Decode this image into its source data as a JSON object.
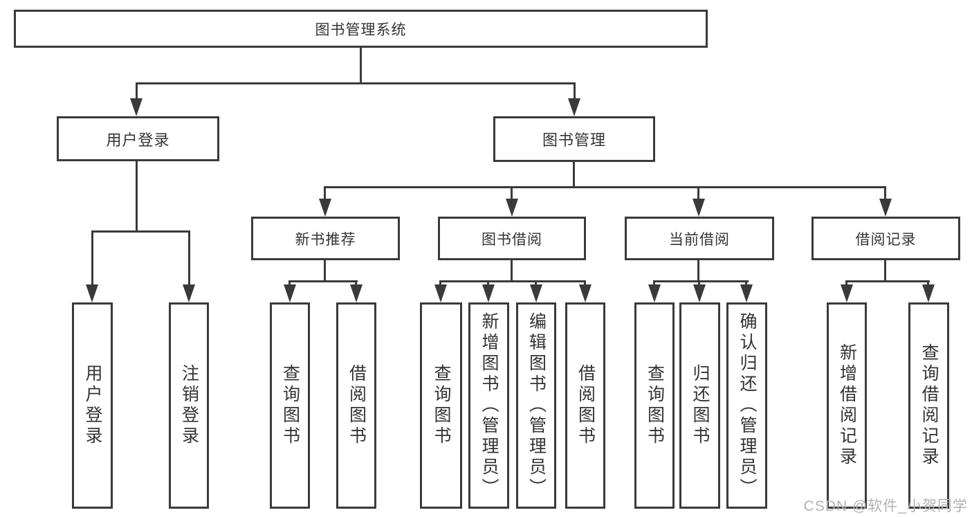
{
  "diagram": {
    "tree": {
      "label": "图书管理系统",
      "children": [
        {
          "label": "用户登录",
          "children": [
            {
              "label": "用户登录"
            },
            {
              "label": "注销登录"
            }
          ]
        },
        {
          "label": "图书管理",
          "children": [
            {
              "label": "新书推荐",
              "children": [
                {
                  "label": "查询图书"
                },
                {
                  "label": "借阅图书"
                }
              ]
            },
            {
              "label": "图书借阅",
              "children": [
                {
                  "label": "查询图书"
                },
                {
                  "label": "新增图书（管理员）"
                },
                {
                  "label": "编辑图书（管理员）"
                },
                {
                  "label": "借阅图书"
                }
              ]
            },
            {
              "label": "当前借阅",
              "children": [
                {
                  "label": "查询图书"
                },
                {
                  "label": "归还图书"
                },
                {
                  "label": "确认归还（管理员）"
                }
              ]
            },
            {
              "label": "借阅记录",
              "children": [
                {
                  "label": "新增借阅记录"
                },
                {
                  "label": "查询借阅记录"
                }
              ]
            }
          ]
        }
      ]
    }
  },
  "watermark": {
    "text": "CSDN @软件_小贺同学"
  },
  "colors": {
    "line": "#3a3a3a",
    "text": "#333333",
    "watermark": "#b2b2b2",
    "bg": "#ffffff"
  }
}
